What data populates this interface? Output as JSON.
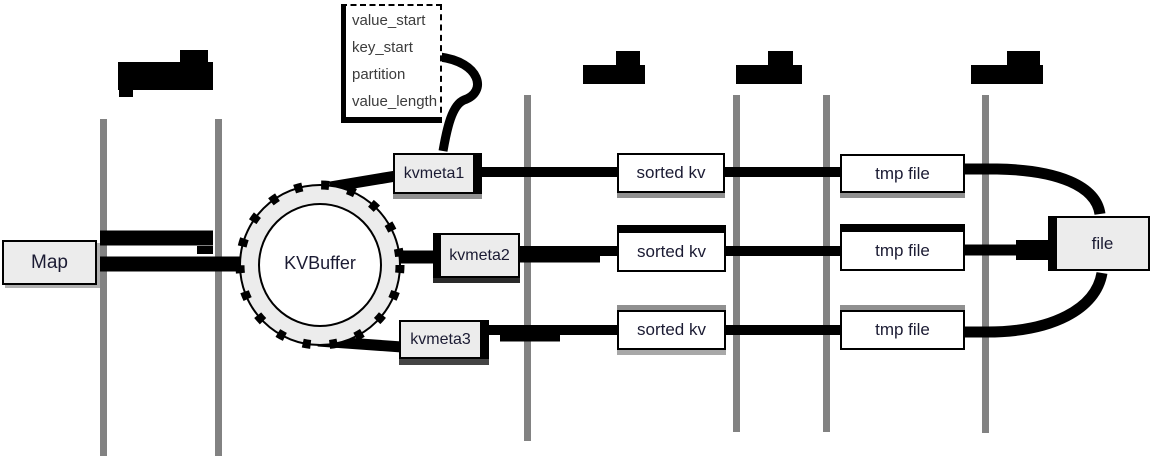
{
  "nodes": {
    "map": {
      "label": "Map"
    },
    "kvbuffer": {
      "label": "KVBuffer"
    },
    "kvmeta": [
      {
        "label": "kvmeta1"
      },
      {
        "label": "kvmeta2"
      },
      {
        "label": "kvmeta3"
      }
    ],
    "sorted_kv": [
      {
        "label": "sorted kv"
      },
      {
        "label": "sorted kv"
      },
      {
        "label": "sorted kv"
      }
    ],
    "tmp_file": [
      {
        "label": "tmp file"
      },
      {
        "label": "tmp file"
      },
      {
        "label": "tmp file"
      }
    ],
    "file": {
      "label": "file"
    }
  },
  "annotation_box": {
    "items": [
      "value_start",
      "key_start",
      "partition",
      "value_length"
    ]
  },
  "lanes": {
    "count": 6
  },
  "illegible_labels": {
    "count": 4,
    "style": "solid-black-blob"
  },
  "colors": {
    "lane_gray": "#828282",
    "node_fill": "#ececec",
    "box_white": "#ffffff",
    "wire_black": "#000000",
    "shadow_gray": "#909090",
    "text": "#1b1b33"
  }
}
